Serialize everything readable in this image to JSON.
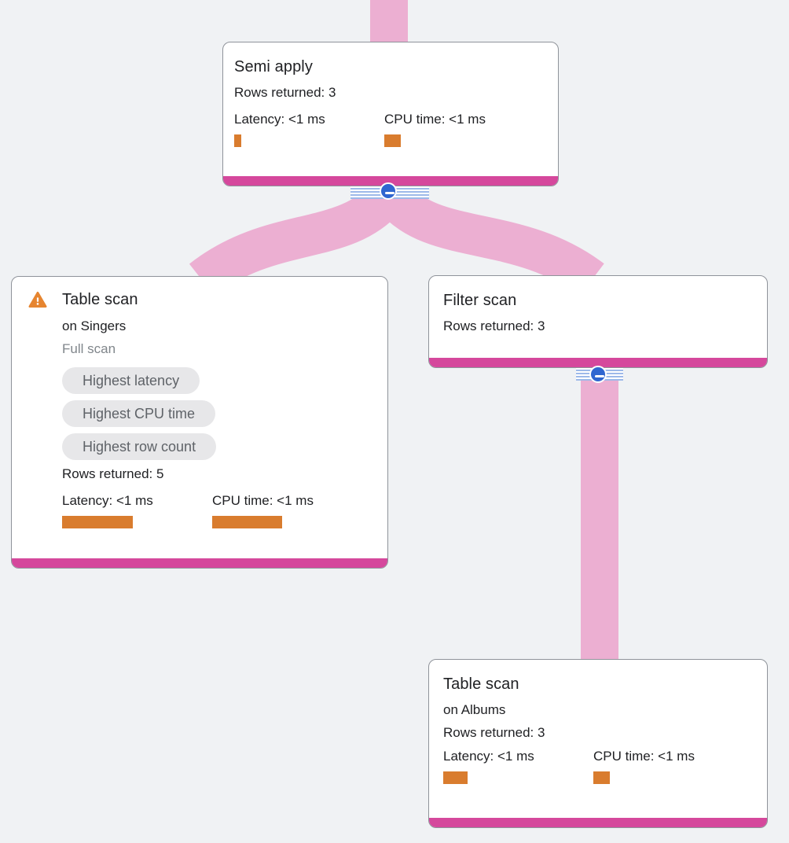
{
  "colors": {
    "canvas_bg": "#f0f2f4",
    "card_bg": "#ffffff",
    "card_border": "#8f939a",
    "accent_magenta": "#d5489c",
    "edge_pink": "#ecafd2",
    "bar_orange": "#d97c2e",
    "warning_orange": "#e68530",
    "collapse_blue": "#2f66d0",
    "stripe_blue": "#9db9e9",
    "chip_bg": "#e7e7e9",
    "chip_text": "#5f6368",
    "muted_text": "#80868b",
    "title_text": "#202124"
  },
  "nodes": {
    "semi_apply": {
      "title": "Semi apply",
      "rows_returned": "Rows returned: 3",
      "latency_label": "Latency: <1 ms",
      "cpu_label": "CPU time: <1 ms",
      "latency_bar_width": 9,
      "cpu_bar_width": 21
    },
    "table_scan_singers": {
      "title": "Table scan",
      "subtitle": "on Singers",
      "scan_type": "Full scan",
      "has_warning": true,
      "chips": [
        "Highest latency",
        "Highest CPU time",
        "Highest row count"
      ],
      "rows_returned": "Rows returned: 5",
      "latency_label": "Latency: <1 ms",
      "cpu_label": "CPU time: <1 ms",
      "latency_bar_width": 90,
      "cpu_bar_width": 89
    },
    "filter_scan": {
      "title": "Filter scan",
      "rows_returned": "Rows returned: 3"
    },
    "table_scan_albums": {
      "title": "Table scan",
      "subtitle": "on Albums",
      "rows_returned": "Rows returned: 3",
      "latency_label": "Latency: <1 ms",
      "cpu_label": "CPU time: <1 ms",
      "latency_bar_width": 31,
      "cpu_bar_width": 21
    }
  }
}
